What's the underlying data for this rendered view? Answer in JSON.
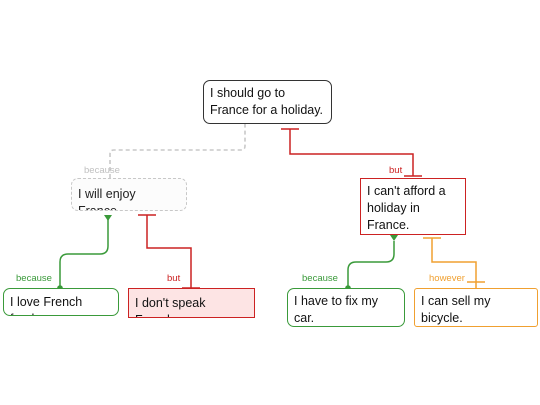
{
  "nodes": {
    "root": {
      "text": "I should go to France for a holiday."
    },
    "enjoy": {
      "text": "I will enjoy France."
    },
    "cant_afford": {
      "text": "I can't afford a holiday in France."
    },
    "french_food": {
      "text": "I love French food."
    },
    "dont_speak": {
      "text": "I don't speak French."
    },
    "fix_car": {
      "text": "I have to fix my car."
    },
    "sell_bicycle": {
      "text": "I can sell my bicycle."
    }
  },
  "links": {
    "enjoy_root": "because",
    "cant_afford_root": "but",
    "food_enjoy": "because",
    "speak_enjoy": "but",
    "car_cant": "because",
    "bike_car": "however"
  },
  "colors": {
    "neutral": "#c8c8c8",
    "support": "#3a9a3a",
    "rebuttal": "#cc2222",
    "exception": "#f0a030",
    "claim": "#333333"
  }
}
